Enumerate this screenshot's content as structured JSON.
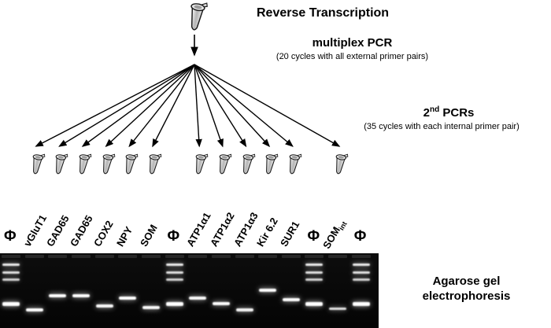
{
  "header": {
    "reverse_transcription": "Reverse Transcription"
  },
  "steps": {
    "multiplex_pcr": {
      "label": "multiplex PCR",
      "note": "(20 cycles with all external primer pairs)"
    },
    "second_pcr": {
      "base": "2",
      "sup": "nd",
      "rest": " PCRs",
      "note": "(35 cycles with each internal primer pair)"
    },
    "gel": {
      "line1": "Agarose gel",
      "line2": "electrophoresis"
    }
  },
  "gel": {
    "marker_symbol": "Φ",
    "marker_bands": [
      {
        "f": 0.14,
        "i": 0.85,
        "h": 3
      },
      {
        "f": 0.24,
        "i": 0.75,
        "h": 3
      },
      {
        "f": 0.34,
        "i": 0.6,
        "h": 3
      },
      {
        "f": 0.65,
        "i": 1.0,
        "h": 5
      }
    ]
  },
  "lanes": [
    {
      "label": "Φ",
      "type": "marker",
      "tube": false
    },
    {
      "label": "vGluT1",
      "type": "sample",
      "tube": true,
      "bands": [
        {
          "f": 0.74,
          "i": 1.0,
          "h": 4
        }
      ]
    },
    {
      "label": "GAD65",
      "type": "sample",
      "tube": true,
      "bands": [
        {
          "f": 0.55,
          "i": 1.0,
          "h": 4
        }
      ]
    },
    {
      "label": "GAD65",
      "type": "sample",
      "tube": true,
      "bands": [
        {
          "f": 0.55,
          "i": 1.0,
          "h": 4
        }
      ]
    },
    {
      "label": "COX2",
      "type": "sample",
      "tube": true,
      "bands": [
        {
          "f": 0.68,
          "i": 0.95,
          "h": 4
        }
      ]
    },
    {
      "label": "NPY",
      "type": "sample",
      "tube": true,
      "bands": [
        {
          "f": 0.58,
          "i": 1.0,
          "h": 4
        }
      ]
    },
    {
      "label": "SOM",
      "type": "sample",
      "tube": true,
      "bands": [
        {
          "f": 0.7,
          "i": 0.95,
          "h": 4
        }
      ]
    },
    {
      "label": "Φ",
      "type": "marker",
      "tube": false
    },
    {
      "label": "ATP1α1",
      "type": "sample",
      "tube": true,
      "bands": [
        {
          "f": 0.58,
          "i": 0.95,
          "h": 4
        }
      ]
    },
    {
      "label": "ATP1α2",
      "type": "sample",
      "tube": true,
      "bands": [
        {
          "f": 0.65,
          "i": 1.0,
          "h": 4
        }
      ]
    },
    {
      "label": "ATP1α3",
      "type": "sample",
      "tube": true,
      "bands": [
        {
          "f": 0.74,
          "i": 0.9,
          "h": 4
        }
      ]
    },
    {
      "label": "Kir 6.2",
      "type": "sample",
      "tube": true,
      "bands": [
        {
          "f": 0.47,
          "i": 1.0,
          "h": 4
        }
      ]
    },
    {
      "label": "SUR1",
      "type": "sample",
      "tube": true,
      "bands": [
        {
          "f": 0.6,
          "i": 1.0,
          "h": 4
        }
      ]
    },
    {
      "label": "Φ",
      "type": "marker",
      "tube": false
    },
    {
      "label": "SOM",
      "sub": "int",
      "type": "sample",
      "tube": true,
      "bands": [
        {
          "f": 0.73,
          "i": 0.75,
          "h": 3
        }
      ]
    },
    {
      "label": "Φ",
      "type": "marker",
      "tube": false
    }
  ]
}
